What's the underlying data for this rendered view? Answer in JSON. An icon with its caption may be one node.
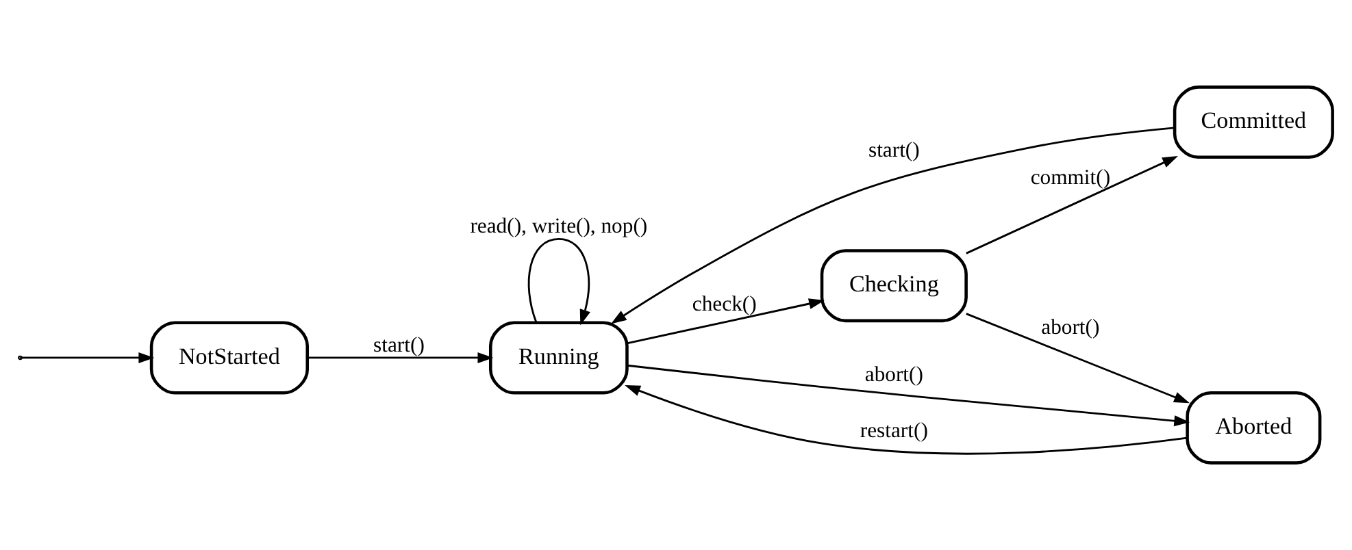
{
  "diagram": {
    "nodes": [
      {
        "text": [
          "NotStarted"
        ]
      },
      {
        "text": [
          "Running"
        ]
      },
      {
        "text": [
          "Checking"
        ]
      },
      {
        "text": [
          "Committed"
        ]
      },
      {
        "text": [
          "Aborted"
        ]
      }
    ],
    "edges": [
      {
        "from": null,
        "to": 0,
        "arrow": "to"
      },
      {
        "from": 0,
        "to": 1,
        "arrow": "to",
        "label": "start()"
      },
      {
        "from": 1,
        "to": 1,
        "arrow": "to",
        "label": "read(), write(), nop()"
      },
      {
        "from": 1,
        "to": 2,
        "arrow": "to",
        "label": "check()"
      },
      {
        "from": 2,
        "to": 3,
        "arrow": "to",
        "label": "commit()"
      },
      {
        "from": 3,
        "to": 1,
        "arrow": "to",
        "label": "start()"
      },
      {
        "from": 1,
        "to": 4,
        "arrow": "to",
        "label": "abort()"
      },
      {
        "from": 2,
        "to": 4,
        "arrow": "to",
        "label": "abort()"
      },
      {
        "from": 4,
        "to": 1,
        "arrow": "to",
        "label": "restart()"
      }
    ]
  }
}
